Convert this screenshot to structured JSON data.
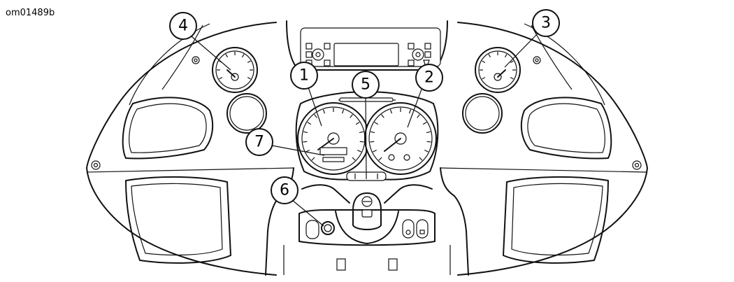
{
  "figure_id": "om01489b",
  "callouts": [
    "1",
    "2",
    "3",
    "4",
    "5",
    "6",
    "7"
  ]
}
